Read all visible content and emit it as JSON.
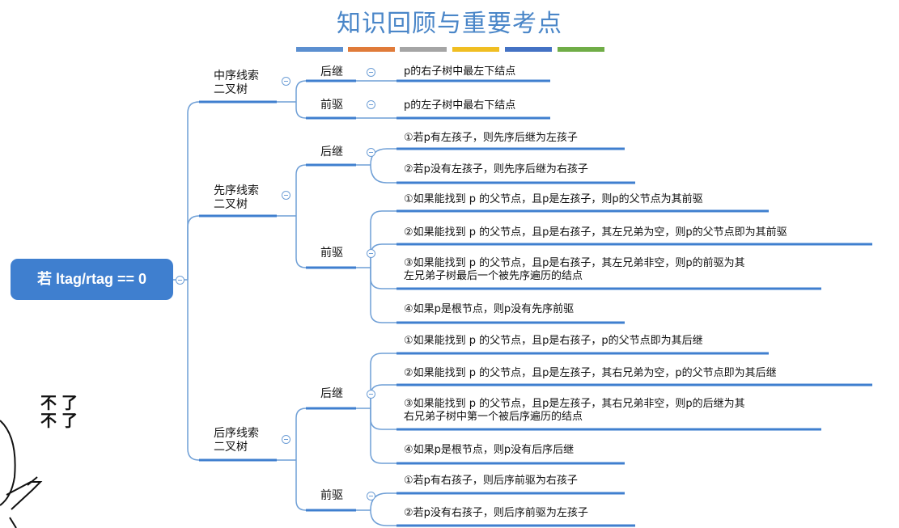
{
  "title": "知识回顾与重要考点",
  "stripe_colors": [
    "#5b8fd0",
    "#e07b39",
    "#a5a5a5",
    "#f0be22",
    "#4472c4",
    "#70ad47"
  ],
  "root": "若 ltag/rtag == 0",
  "branches": {
    "inorder": {
      "label_l1": "中序线索",
      "label_l2": "二叉树",
      "successor": "后继",
      "predecessor": "前驱",
      "successor_rule": "p的右子树中最左下结点",
      "predecessor_rule": "p的左子树中最右下结点"
    },
    "preorder": {
      "label_l1": "先序线索",
      "label_l2": "二叉树",
      "successor": "后继",
      "predecessor": "前驱",
      "successor_rules": [
        "①若p有左孩子，则先序后继为左孩子",
        "②若p没有左孩子，则先序后继为右孩子"
      ],
      "predecessor_rules": [
        "①如果能找到 p 的父节点，且p是左孩子，则p的父节点为其前驱",
        "②如果能找到 p 的父节点，且p是右孩子，其左兄弟为空，则p的父节点即为其前驱",
        "③如果能找到 p 的父节点，且p是右孩子，其左兄弟非空，则p的前驱为其",
        "左兄弟子树最后一个被先序遍历的结点",
        "④如果p是根节点，则p没有先序前驱"
      ]
    },
    "postorder": {
      "label_l1": "后序线索",
      "label_l2": "二叉树",
      "successor": "后继",
      "predecessor": "前驱",
      "successor_rules": [
        "①如果能找到 p 的父节点，且p是右孩子，p的父节点即为其后继",
        "②如果能找到 p 的父节点，且p是左孩子，其右兄弟为空，p的父节点即为其后继",
        "③如果能找到 p 的父节点，且p是左孩子，其右兄弟非空，则p的后继为其",
        "右兄弟子树中第一个被后序遍历的结点",
        "④如果p是根节点，则p没有后序后继"
      ],
      "predecessor_rules": [
        "①若p有右孩子，则后序前驱为右孩子",
        "②若p没有右孩子，则后序前驱为左孩子"
      ]
    }
  },
  "sticker_text": [
    "不了",
    "不了"
  ]
}
